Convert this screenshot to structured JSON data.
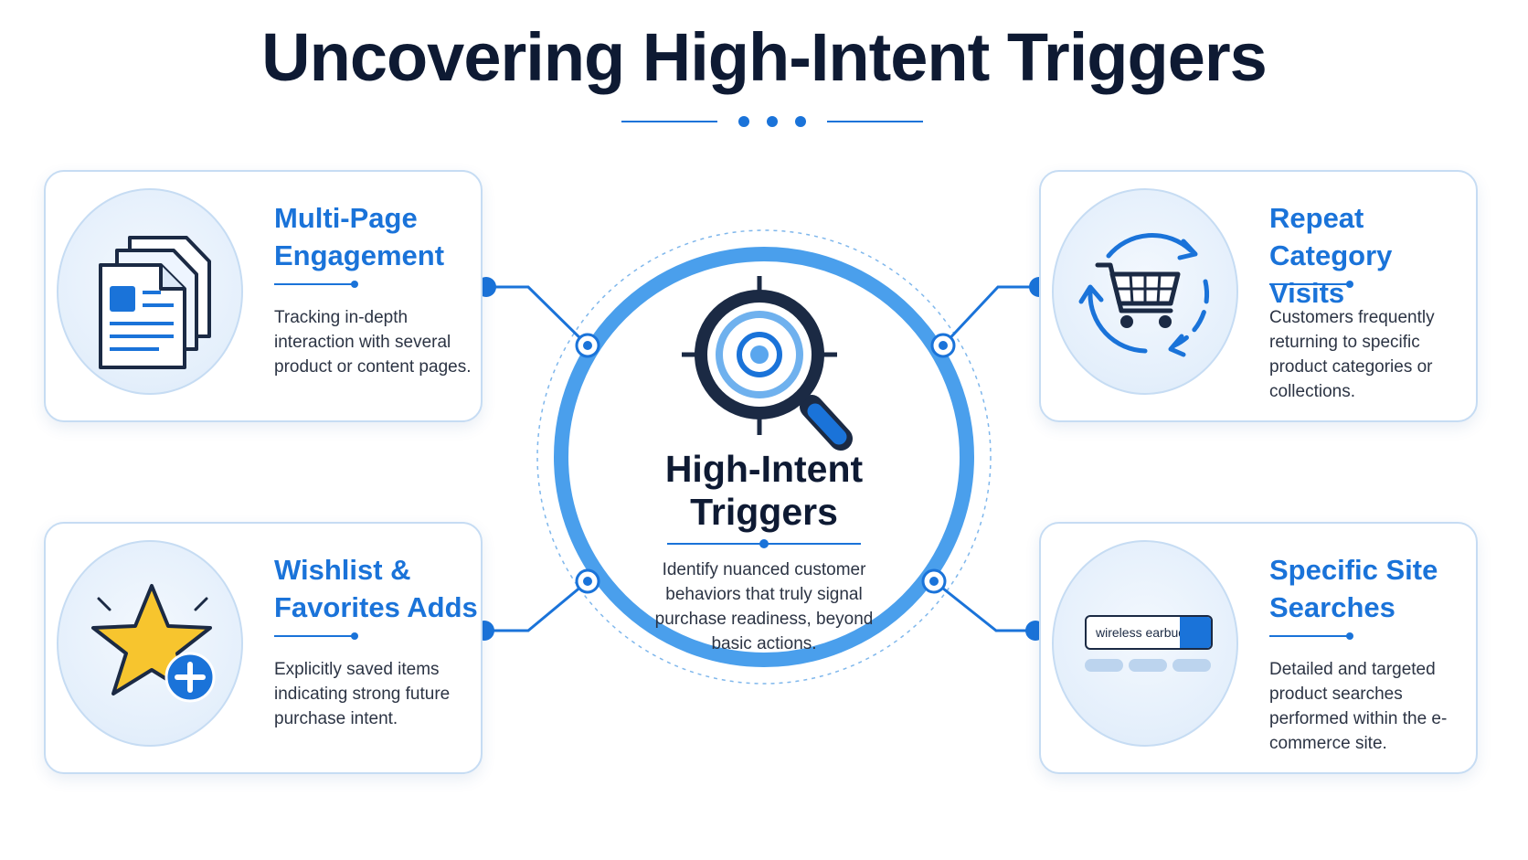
{
  "title": "Uncovering High-Intent Triggers",
  "center": {
    "title_line1": "High-Intent",
    "title_line2": "Triggers",
    "description": "Identify nuanced customer behaviors that truly signal purchase readiness, beyond basic actions."
  },
  "cards": [
    {
      "id": "multi-page",
      "title": "Multi-Page Engagement",
      "description": "Tracking in-depth interaction with several product or content pages.",
      "icon": "documents-icon"
    },
    {
      "id": "repeat",
      "title": "Repeat Category Visits",
      "description": "Customers frequently returning to specific product categories or collections.",
      "icon": "cart-cycle-icon"
    },
    {
      "id": "wishlist",
      "title": "Wishlist & Favorites Adds",
      "description": "Explicitly saved items indicating strong future purchase intent.",
      "icon": "star-plus-icon"
    },
    {
      "id": "site-search",
      "title": "Specific Site Searches",
      "description": "Detailed and targeted product searches performed within the e-commerce site.",
      "icon": "search-bar-icon",
      "search_query": "wireless earbuds"
    }
  ],
  "colors": {
    "accent": "#1a73d9",
    "ring": "#4a9fec",
    "title": "#0e1a33",
    "card_border": "#c6dcf3"
  }
}
